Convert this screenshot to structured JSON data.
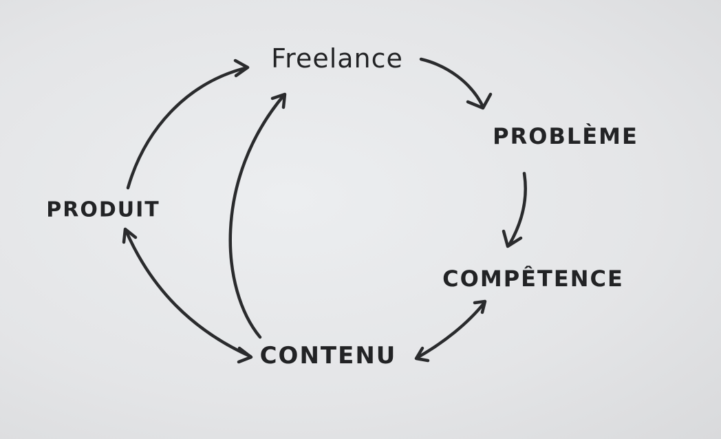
{
  "diagram": {
    "nodes": {
      "freelance": "Freelance",
      "probleme": "PROBLÈME",
      "competence": "COMPÊTENCE",
      "contenu": "CONTENU",
      "produit": "PRODUIT"
    },
    "edges": [
      {
        "from": "freelance",
        "to": "probleme",
        "direction": "forward"
      },
      {
        "from": "probleme",
        "to": "competence",
        "direction": "forward"
      },
      {
        "from": "competence",
        "to": "contenu",
        "direction": "both"
      },
      {
        "from": "contenu",
        "to": "produit",
        "direction": "both"
      },
      {
        "from": "produit",
        "to": "freelance",
        "direction": "forward"
      },
      {
        "from": "contenu",
        "to": "freelance",
        "direction": "forward"
      }
    ],
    "ink_color": "#2a2b2d",
    "paper_color": "#e6e7e9"
  }
}
